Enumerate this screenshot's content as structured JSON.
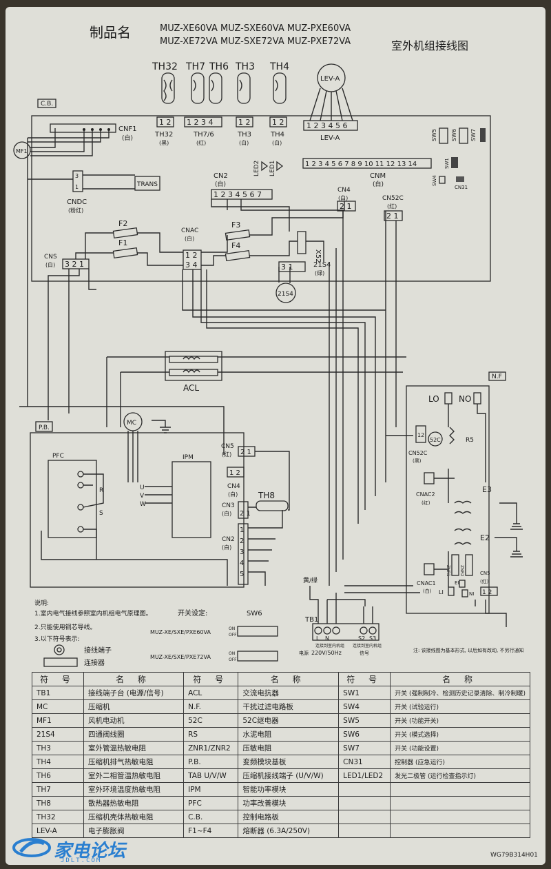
{
  "header": {
    "product_label": "制品名",
    "models_line1": "MUZ-XE60VA MUZ-SXE60VA MUZ-PXE60VA",
    "models_line2": "MUZ-XE72VA MUZ-SXE72VA MUZ-PXE72VA",
    "title": "室外机组接线图"
  },
  "sensors": {
    "TH32": "TH32",
    "TH7": "TH7",
    "TH6": "TH6",
    "TH3": "TH3",
    "TH4": "TH4",
    "LEVA": "LEV-A",
    "th32_lbl": "TH32",
    "th32_col": "(黑)",
    "th76_lbl": "TH7/6",
    "th76_col": "(红)",
    "th3_lbl": "TH3",
    "th3_col": "(白)",
    "th4_lbl": "TH4",
    "th4_col": "(白)",
    "leva_lbl": "LEV-A"
  },
  "board": {
    "cb": "C.B.",
    "cnf1": "CNF1",
    "cnf1_col": "(白)",
    "mf1": "MF1",
    "trans": "TRANS",
    "cndc": "CNDC",
    "cndc_col": "(粉红)",
    "led2": "LED2",
    "led1": "LED1",
    "cn2": "CN2",
    "cn2_col": "(白)",
    "cnm": "CNM",
    "cnm_col": "(白)",
    "cn4": "CN4",
    "cn4_col": "(白)",
    "cn52c": "CN52C",
    "cn52c_col": "(红)",
    "f1": "F1",
    "f2": "F2",
    "f3": "F3",
    "f4": "F4",
    "cnac": "CNAC",
    "cnac_col": "(白)",
    "cns": "CNS",
    "cns_col": "(白)",
    "x52": "X52",
    "s21s4": "21S4",
    "s21s4_col": "(绿)",
    "s21s4_coil": "21S4",
    "sw5": "SW5",
    "sw6": "SW6",
    "sw7": "SW7",
    "sw1": "SW1",
    "sw4": "SW4",
    "cn31": "CN31",
    "acl": "ACL",
    "nf": "N.F",
    "lo": "LO",
    "no": "NO",
    "r5": "R5",
    "cn52c2": "CN52C",
    "cn52c2_col": "(黑)",
    "c52": "52C",
    "cnac2": "CNAC2",
    "cnac2_col": "(红)",
    "e3": "E3",
    "e2": "E2",
    "znr1": "ZNR1",
    "znr2": "ZNR2",
    "cnac1": "CNAC1",
    "cnac1_col": "(白)",
    "cn5b": "CN5",
    "cn5b_col": "(红)",
    "li": "LI",
    "ni": "NI",
    "ei": "EI",
    "pb": "P.B.",
    "mc": "MC",
    "pfc": "PFC",
    "ipm": "IPM",
    "r": "R",
    "s": "S",
    "u": "U",
    "v": "V",
    "w": "W",
    "cn5": "CN5",
    "cn5_col": "(红)",
    "cn4b": "CN4",
    "cn4b_col": "(白)",
    "cn3": "CN3",
    "cn3_col": "(白)",
    "th8": "TH8",
    "cn2b": "CN2",
    "cn2b_col": "(白)",
    "earth": "黄/绿",
    "tb1": "TB1",
    "tb_l": "L",
    "tb_n": "N",
    "tb_s2": "S2",
    "tb_s3": "S3",
    "power_note": "连接到室内机组",
    "power_lbl": "电源",
    "power_val": "220V/50Hz",
    "signal_note": "连接到室内机组",
    "signal_lbl": "信号"
  },
  "notes": {
    "title": "说明:",
    "n1": "1.室内电气接线参照室内机组电气原理图。",
    "n2": "2.只能使用铜芯导线。",
    "n3": "3.以下符号表示:",
    "terminal": "接线端子",
    "connector": "连接器",
    "switch_setting": "开关设定:",
    "sw6": "SW6",
    "model60": "MUZ-XE/SXE/PXE60VA",
    "model72": "MUZ-XE/SXE/PXE72VA",
    "on": "ON",
    "off": "OFF",
    "footnote": "注: 该接线图为基本形式, 以后如有改动, 不另行通知"
  },
  "legend": {
    "headers": [
      "符 号",
      "名 称",
      "符 号",
      "名 称",
      "符 号",
      "名 称"
    ],
    "col1": [
      [
        "TB1",
        "接线端子台 (电源/信号)"
      ],
      [
        "MC",
        "压缩机"
      ],
      [
        "MF1",
        "风机电动机"
      ],
      [
        "21S4",
        "四通阀线圈"
      ],
      [
        "TH3",
        "室外管温热敏电阻"
      ],
      [
        "TH4",
        "压缩机排气热敏电阻"
      ],
      [
        "TH6",
        "室外二相管温热敏电阻"
      ],
      [
        "TH7",
        "室外环境温度热敏电阻"
      ],
      [
        "TH8",
        "散热器热敏电阻"
      ],
      [
        "TH32",
        "压缩机壳体热敏电阻"
      ],
      [
        "LEV-A",
        "电子膨胀阀"
      ]
    ],
    "col2": [
      [
        "ACL",
        "交流电抗器"
      ],
      [
        "N.F.",
        "干扰过滤电路板"
      ],
      [
        "52C",
        "52C继电器"
      ],
      [
        "RS",
        "水泥电阻"
      ],
      [
        "ZNR1/ZNR2",
        "压敏电阻"
      ],
      [
        "P.B.",
        "变频模块基板"
      ],
      [
        "TAB U/V/W",
        "压缩机接线端子 (U/V/W)"
      ],
      [
        "IPM",
        "智能功率模块"
      ],
      [
        "PFC",
        "功率改善模块"
      ],
      [
        "C.B.",
        "控制电路板"
      ],
      [
        "F1~F4",
        "熔断器 (6.3A/250V)"
      ]
    ],
    "col3": [
      [
        "SW1",
        "开关 (强制制冷、检测历史记录清除、制冷制暖)"
      ],
      [
        "SW4",
        "开关 (试验运行)"
      ],
      [
        "SW5",
        "开关 (功能开关)"
      ],
      [
        "SW6",
        "开关 (模式选择)"
      ],
      [
        "SW7",
        "开关 (功能设置)"
      ],
      [
        "CN31",
        "控制器 (应急运行)"
      ],
      [
        "LED1/LED2",
        "发光二极管 (运行检查指示灯)"
      ],
      [
        "",
        ""
      ],
      [
        "",
        ""
      ],
      [
        "",
        ""
      ],
      [
        "",
        ""
      ]
    ]
  },
  "doc_code": "WG79B314H01",
  "watermark": {
    "text": "家电论坛",
    "url": "JDLT.COM"
  }
}
